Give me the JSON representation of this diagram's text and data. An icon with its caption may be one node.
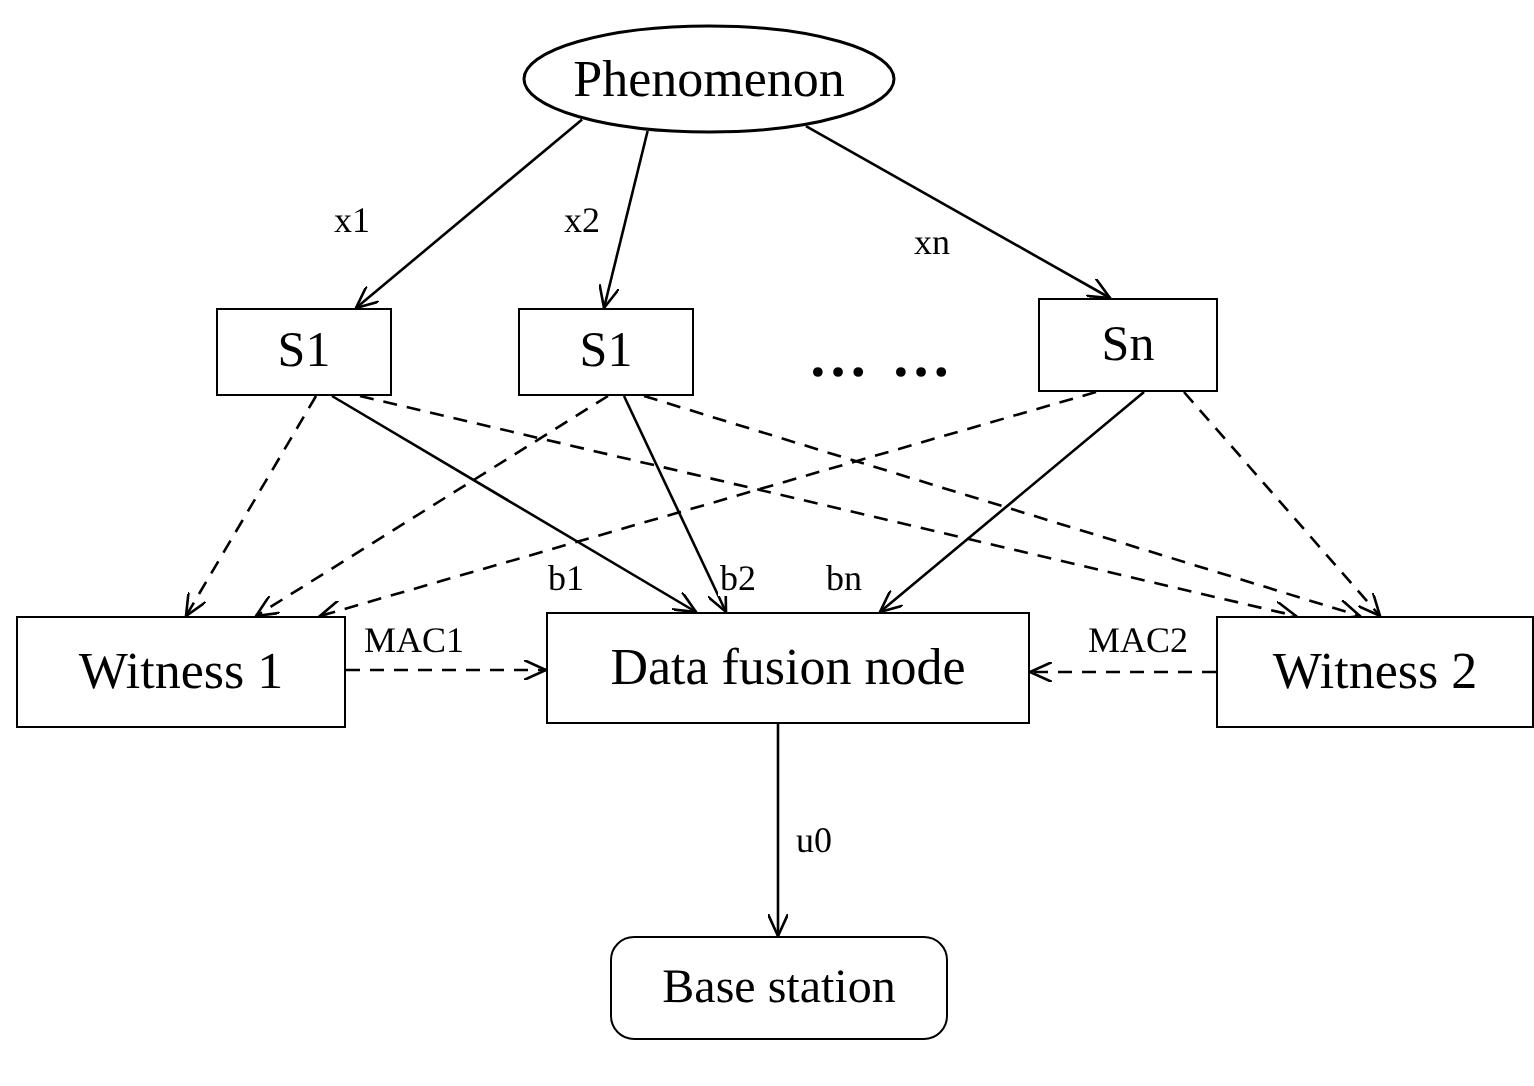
{
  "diagram": {
    "nodes": [
      {
        "text": [
          "Phenomenon"
        ]
      },
      {
        "text": [
          "S1"
        ]
      },
      {
        "text": [
          "S1"
        ]
      },
      {
        "text": [
          "Sn"
        ]
      },
      {
        "text": [
          "Witness 1"
        ]
      },
      {
        "text": [
          "Data fusion node"
        ]
      },
      {
        "text": [
          "Witness 2"
        ]
      },
      {
        "text": [
          "Base station"
        ]
      }
    ],
    "edges": [
      {
        "from": 0,
        "to": 1,
        "arrow": "to",
        "label": "x1"
      },
      {
        "from": 0,
        "to": 2,
        "arrow": "to",
        "label": "x2"
      },
      {
        "from": 0,
        "to": 3,
        "arrow": "to",
        "label": "xn"
      },
      {
        "from": 1,
        "to": 4,
        "arrow": "to",
        "style": "dashed"
      },
      {
        "from": 1,
        "to": 5,
        "arrow": "to",
        "label": "b1"
      },
      {
        "from": 1,
        "to": 6,
        "arrow": "to",
        "style": "dashed"
      },
      {
        "from": 2,
        "to": 4,
        "arrow": "to",
        "style": "dashed"
      },
      {
        "from": 2,
        "to": 5,
        "arrow": "to",
        "label": "b2"
      },
      {
        "from": 2,
        "to": 6,
        "arrow": "to",
        "style": "dashed"
      },
      {
        "from": 3,
        "to": 4,
        "arrow": "to",
        "style": "dashed"
      },
      {
        "from": 3,
        "to": 5,
        "arrow": "to",
        "label": "bn"
      },
      {
        "from": 3,
        "to": 6,
        "arrow": "to",
        "style": "dashed"
      },
      {
        "from": 4,
        "to": 5,
        "arrow": "to",
        "style": "dashed",
        "label": "MAC1"
      },
      {
        "from": 6,
        "to": 5,
        "arrow": "to",
        "style": "dashed",
        "label": "MAC2"
      },
      {
        "from": 5,
        "to": 7,
        "arrow": "to",
        "label": "u0"
      }
    ],
    "labels": [
      "… …"
    ]
  }
}
